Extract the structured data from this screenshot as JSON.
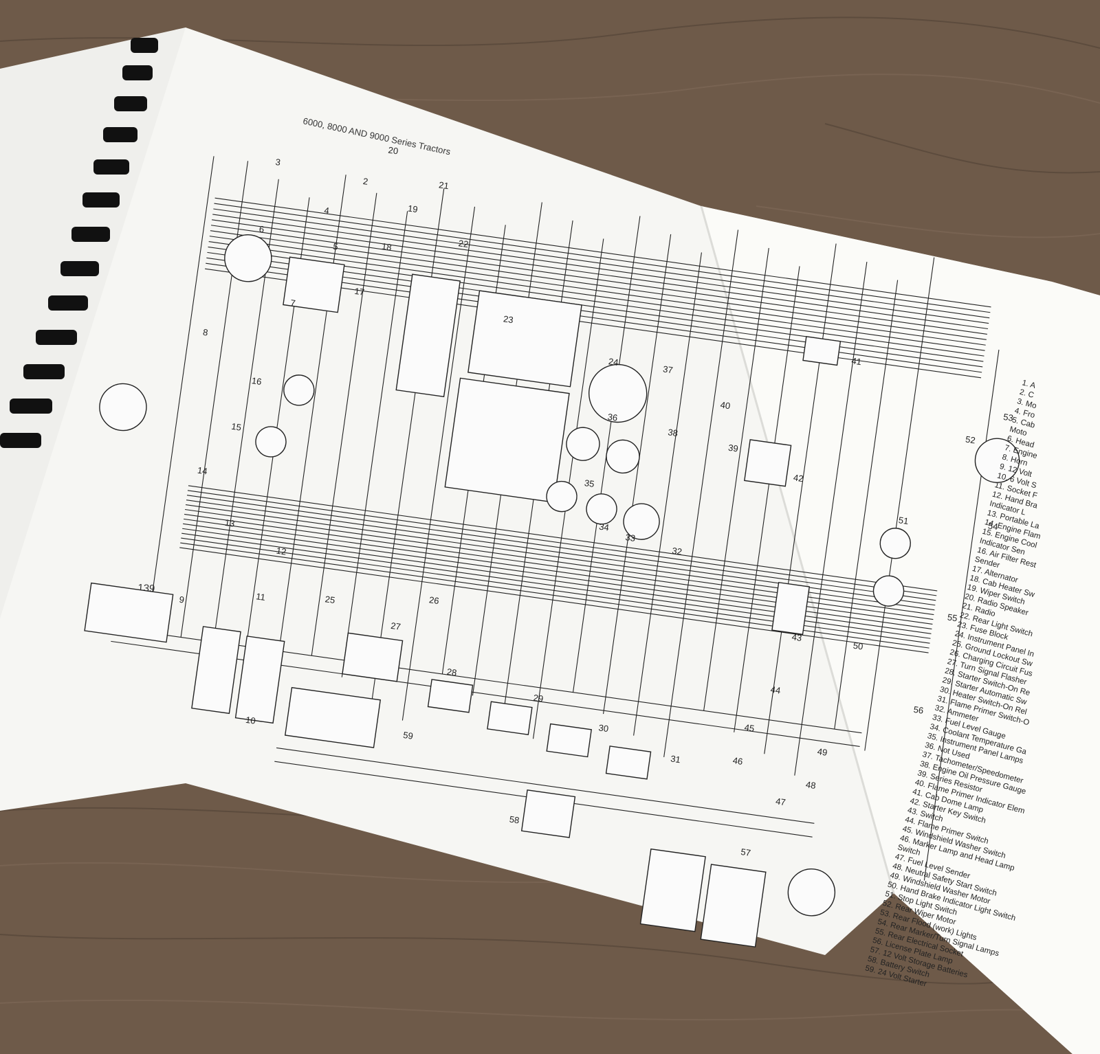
{
  "page": {
    "title": "6000, 8000 AND 9000 Series Tractors",
    "page_number": "139"
  },
  "component_labels": [
    "3",
    "20",
    "2",
    "21",
    "19",
    "4",
    "5",
    "18",
    "22",
    "6",
    "17",
    "7",
    "8",
    "16",
    "15",
    "14",
    "13",
    "12",
    "11",
    "25",
    "9",
    "10",
    "23",
    "24",
    "37",
    "36",
    "38",
    "40",
    "39",
    "41",
    "42",
    "35",
    "34",
    "33",
    "32",
    "43",
    "44",
    "26",
    "27",
    "28",
    "29",
    "30",
    "31",
    "59",
    "58",
    "57",
    "45",
    "46",
    "47",
    "48",
    "49",
    "50",
    "51",
    "52",
    "53",
    "54",
    "55",
    "56"
  ],
  "legend": [
    "1.  A",
    "2.  C",
    "3.  Mo",
    "4.  Fro",
    "5.  Cab",
    "     Moto",
    "6.  Head",
    "7.  Engine",
    "8.  Horn",
    "9.  12 Volt",
    "10. 6 Volt S",
    "11. Socket F",
    "12. Hand Bra",
    "     Indicator L",
    "13. Portable La",
    "14. Engine Flam",
    "15. Engine Cool",
    "     Indicator Sen",
    "16. Air Filter Rest",
    "     Sender",
    "17. Alternator",
    "18. Cab Heater Sw",
    "19. Wiper Switch",
    "20. Radio Speaker",
    "21. Radio",
    "22. Rear Light Switch",
    "23. Fuse Block",
    "24. Instrument Panel In",
    "25. Ground Lockout Sw",
    "26. Charging Circuit Fus",
    "27. Turn Signal Flasher",
    "28. Starter Switch-On Re",
    "29. Starter Automatic Sw",
    "30. Heater Switch-On Rel",
    "31. Flame Primer Switch-O",
    "32. Ammeter",
    "33. Fuel Level Gauge",
    "34. Coolant Temperature Ga",
    "35. Instrument Panel Lamps",
    "36. Not Used",
    "37. Tachometer/Speedometer",
    "38. Engine Oil Pressure Gauge",
    "39. Series Resistor",
    "40. Flame Primer Indicator Elem",
    "41. Cab Dome Lamp",
    "42. Starter Key Switch",
    "43. Switch",
    "44. Flame Primer Switch",
    "45. Windshield Washer Switch",
    "46. Marker Lamp and Head Lamp",
    "     Switch",
    "47. Fuel Level Sender",
    "48. Neutral Safety Start Switch",
    "49. Windshield Washer Motor",
    "50. Hand Brake Indicator Light Switch",
    "51. Stop Light Switch",
    "52. Rear Wiper Motor",
    "53. Rear Flood (work) Lights",
    "54. Rear Marker/Turn Signal Lamps",
    "55. Rear Electrical Socket",
    "56. License Plate Lamp",
    "57. 12 Volt Storage Batteries",
    "58. Battery Switch",
    "59. 24 Volt Starter"
  ],
  "colors": {
    "wood": "#6e5a49",
    "paper": "#f7f7f5",
    "ink": "#222222",
    "binding": "#111111"
  }
}
